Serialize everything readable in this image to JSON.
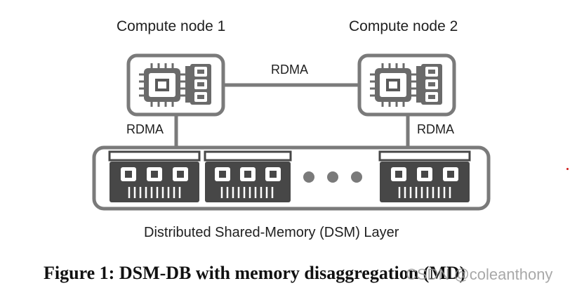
{
  "nodes": [
    {
      "title": "Compute node 1"
    },
    {
      "title": "Compute node 2"
    }
  ],
  "links": {
    "between_nodes": "RDMA",
    "node1_to_dsm": "RDMA",
    "node2_to_dsm": "RDMA"
  },
  "dsm_layer": {
    "label": "Distributed Shared-Memory (DSM) Layer"
  },
  "caption": "Figure 1: DSM-DB with memory disaggregation (MD)",
  "watermark": "CSDN @coleanthony",
  "colors": {
    "stroke": "#7a7a7a",
    "dark": "#474747",
    "chip": "#6a6a6a",
    "chip_inner": "#595959"
  }
}
